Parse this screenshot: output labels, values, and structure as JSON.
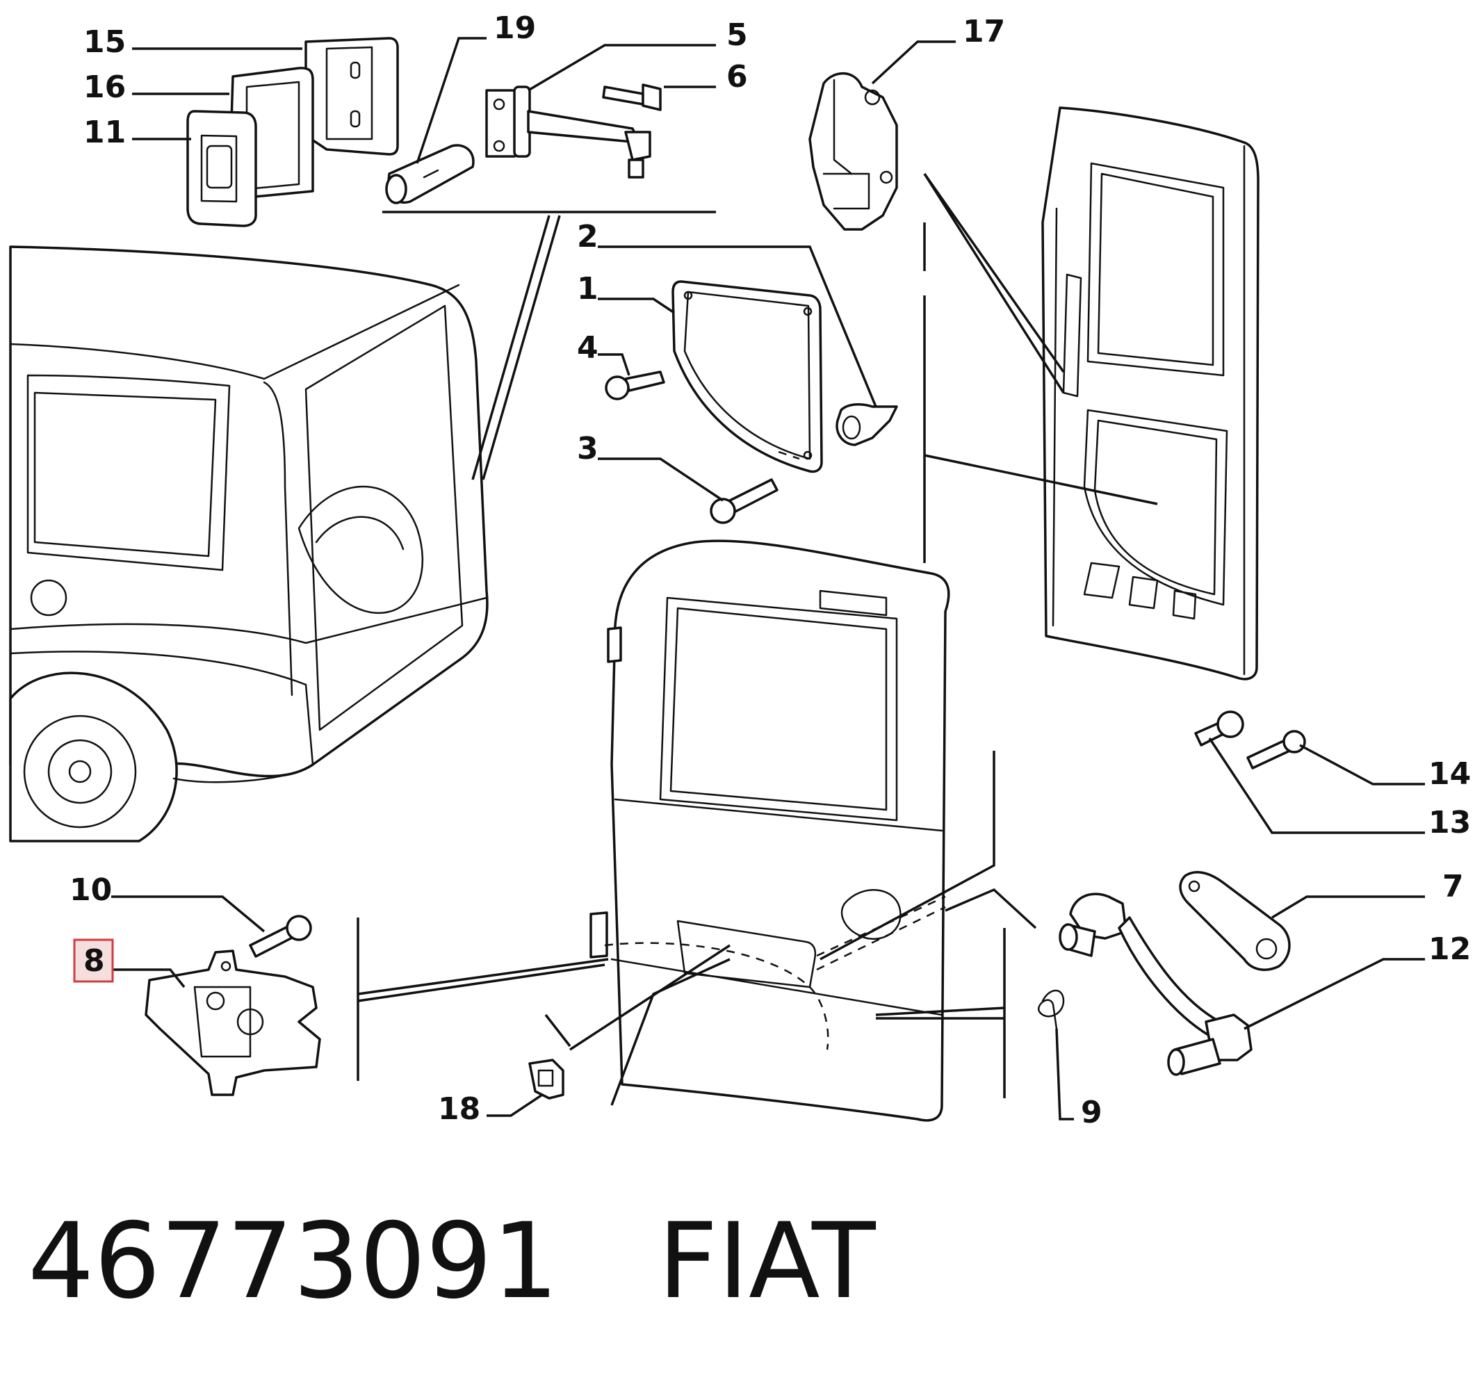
{
  "callouts": [
    {
      "id": "15",
      "text": "15"
    },
    {
      "id": "16",
      "text": "16"
    },
    {
      "id": "11",
      "text": "11"
    },
    {
      "id": "19",
      "text": "19"
    },
    {
      "id": "5",
      "text": "5"
    },
    {
      "id": "6",
      "text": "6"
    },
    {
      "id": "17",
      "text": "17"
    },
    {
      "id": "2",
      "text": "2"
    },
    {
      "id": "1",
      "text": "1"
    },
    {
      "id": "4",
      "text": "4"
    },
    {
      "id": "3",
      "text": "3"
    },
    {
      "id": "14",
      "text": "14"
    },
    {
      "id": "13",
      "text": "13"
    },
    {
      "id": "10",
      "text": "10"
    },
    {
      "id": "8",
      "text": "8",
      "highlighted": true
    },
    {
      "id": "7",
      "text": "7"
    },
    {
      "id": "12",
      "text": "12"
    },
    {
      "id": "18",
      "text": "18"
    },
    {
      "id": "9",
      "text": "9"
    }
  ],
  "caption": {
    "part_number": "46773091",
    "brand": "FIAT"
  },
  "colors": {
    "line": "#111111",
    "highlight_fill": "#f4dede",
    "highlight_border": "#d33c3c"
  }
}
